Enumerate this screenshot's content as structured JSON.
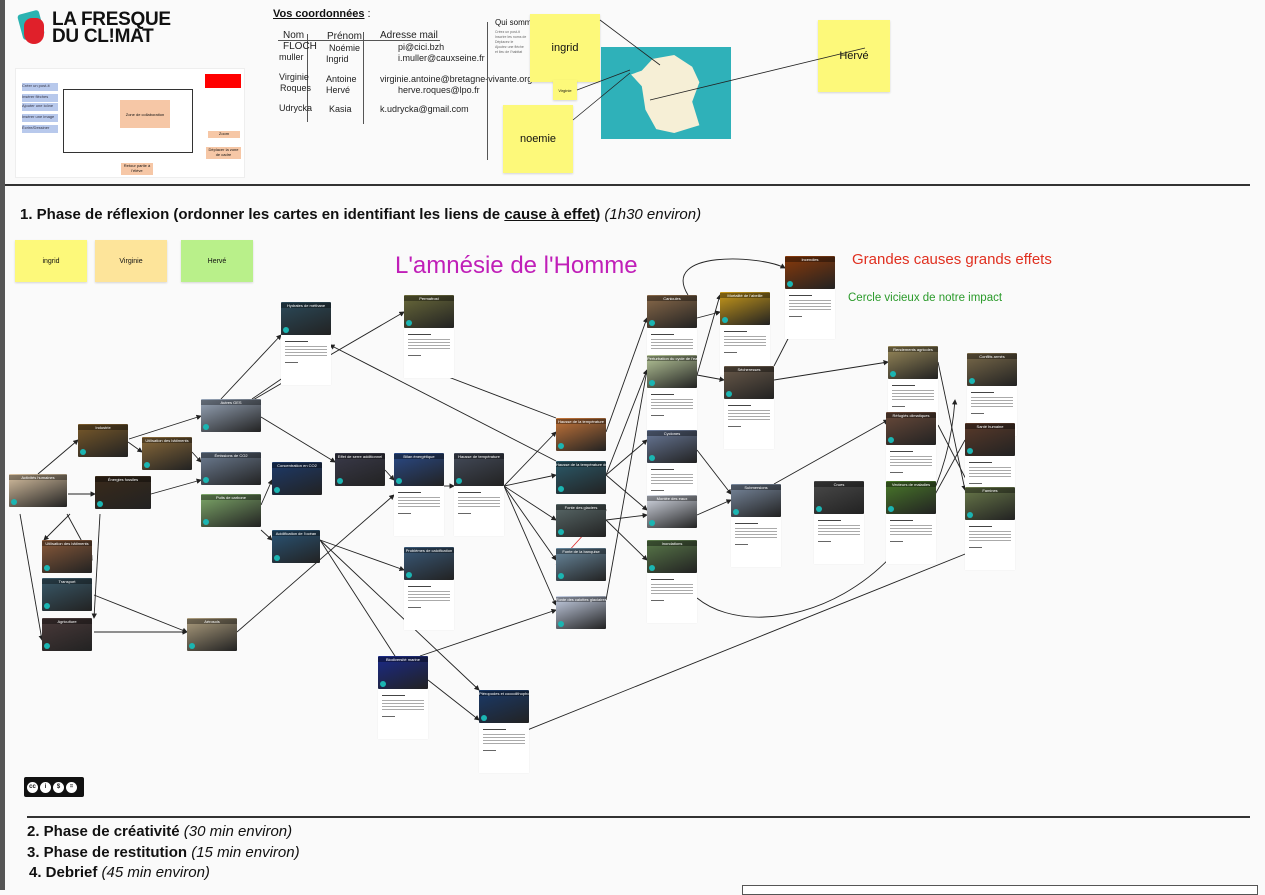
{
  "logo": {
    "line1": "LA FRESQUE",
    "line2": "DU CL!MAT"
  },
  "tutorial": {
    "labels": [
      "Créer un post-it",
      "Insérer flèches",
      "Ajouter une icône",
      "Insérer une image",
      "Écrire/Dessiner"
    ],
    "zone": "Zone de collaboration",
    "zoom": "Zoom",
    "move": "Déplacer la zone de cadre",
    "back": "Retour partie à l'élève"
  },
  "contacts": {
    "title": "Vos coordonnées",
    "headers": {
      "nom": "Nom",
      "prenom": "Prénom",
      "mail": "Adresse mail"
    },
    "rows": [
      {
        "nom": "FLOCH",
        "prenom": "Noémie",
        "mail": "pi@cici.bzh"
      },
      {
        "nom": "muller",
        "prenom": "Ingrid",
        "mail": "i.muller@cauxseine.fr"
      },
      {
        "nom": "Virginie",
        "prenom": "Antoine",
        "mail": "virginie.antoine@bretagne-vivante.org"
      },
      {
        "nom": "Roques",
        "prenom": "Hervé",
        "mail": "herve.roques@lpo.fr"
      },
      {
        "nom": "Udrycka",
        "prenom": "Kasia",
        "mail": "k.udrycka@gmail.com"
      }
    ]
  },
  "qui": {
    "title": "Qui somm",
    "lines": [
      "Créez un post-it",
      "Inscrire les noms de",
      "Déplacez le",
      "Ajoutez une flèche",
      "et lieu de l'habitat"
    ]
  },
  "stickies_top": {
    "ingrid": "ingrid",
    "virginie": "Virginie",
    "noemie": "noemie",
    "herve": "Hervé"
  },
  "phase1": {
    "title": "1. Phase de réflexion (ordonner les cartes en identifiant les liens de ",
    "underlined": "cause à effet",
    "close": ")",
    "duration": "(1h30 environ)"
  },
  "team": [
    {
      "name": "ingrid",
      "color": "#fdf97a"
    },
    {
      "name": "Virginie",
      "color": "#fde49a"
    },
    {
      "name": "Hervé",
      "color": "#b9f08a"
    }
  ],
  "board": {
    "title": "L'amnésie de l'Homme",
    "subtitle": "Grandes causes grands effets",
    "note": "Cercle vicieux de notre impact"
  },
  "cards": [
    {
      "title": "Activités humaines",
      "color": "#d9c2a2"
    },
    {
      "title": "Industrie",
      "color": "#7a5a2a"
    },
    {
      "title": "Utilisation des bâtiments",
      "color": "#8a6a3a"
    },
    {
      "title": "Énergies fossiles",
      "color": "#3a2a1a"
    },
    {
      "title": "Autres GES",
      "color": "#9aa8bb"
    },
    {
      "title": "Émissions de CO2",
      "color": "#6f7f95"
    },
    {
      "title": "Puits de carbone",
      "color": "#7faa6a"
    },
    {
      "title": "Concentration en CO2",
      "color": "#1d3a6a"
    },
    {
      "title": "Acidification de l'océan",
      "color": "#2a5577"
    },
    {
      "title": "Effet de serre additionnel",
      "color": "#3a3a4a"
    },
    {
      "title": "Bilan énergétique",
      "color": "#2a4a88"
    },
    {
      "title": "Hausse de température",
      "color": "#444b5a"
    },
    {
      "title": "Hydrates de méthane",
      "color": "#2b4a5a"
    },
    {
      "title": "Permafrost",
      "color": "#6a6a3a"
    },
    {
      "title": "Hausse de la température",
      "color": "#c7763a"
    },
    {
      "title": "Hausse de la température de l'eau",
      "color": "#2b5a6a"
    },
    {
      "title": "Fonte des glaciers",
      "color": "#5a6a6a"
    },
    {
      "title": "Fonte de la banquise",
      "color": "#6a8aa0"
    },
    {
      "title": "Fonte des calottes glaciaires",
      "color": "#c9d3e8"
    },
    {
      "title": "Canicules",
      "color": "#8a6a4a"
    },
    {
      "title": "Perturbation du cycle de l'eau",
      "color": "#b8c89a"
    },
    {
      "title": "Cyclones",
      "color": "#6a7a9a"
    },
    {
      "title": "Montée des eaux",
      "color": "#d8dde8"
    },
    {
      "title": "Inondations",
      "color": "#5a7a4a"
    },
    {
      "title": "Mortalité de l'abeille",
      "color": "#c99a1a"
    },
    {
      "title": "Sécheresses",
      "color": "#6a5a4a"
    },
    {
      "title": "Incendies",
      "color": "#8a3a0a"
    },
    {
      "title": "Submersions",
      "color": "#7a8aa0"
    },
    {
      "title": "Crues",
      "color": "#4a4a4a"
    },
    {
      "title": "Rendements agricoles",
      "color": "#9a8a5a"
    },
    {
      "title": "Réfugiés climatiques",
      "color": "#6a4a3a"
    },
    {
      "title": "Vecteurs de maladies",
      "color": "#4a7a2a"
    },
    {
      "title": "Conflits armés",
      "color": "#7a6a4a"
    },
    {
      "title": "Santé humaine",
      "color": "#5a3a2a"
    },
    {
      "title": "Famines",
      "color": "#6a7a4a"
    },
    {
      "title": "Utilisation des bâtiments",
      "color": "#8a5a3a"
    },
    {
      "title": "Transport",
      "color": "#3a5a6a"
    },
    {
      "title": "Agriculture",
      "color": "#4a3a3a"
    },
    {
      "title": "Aérosols",
      "color": "#b0a080"
    },
    {
      "title": "Problèmes de calcification",
      "color": "#3a5a7a"
    },
    {
      "title": "Biodiversité marine",
      "color": "#1a2a8a"
    },
    {
      "title": "Ptéropodes et coccolithophores",
      "color": "#1a3a6a"
    }
  ],
  "phases": [
    {
      "title": "2. Phase de créativité",
      "duration": "(30 min environ)"
    },
    {
      "title": "3. Phase de restitution",
      "duration": "(15 min environ)"
    },
    {
      "title": "4. Debrief",
      "duration": "(45 min environ)"
    }
  ],
  "license": {
    "label": "cc",
    "items": [
      "BY",
      "NC",
      "ND"
    ]
  }
}
